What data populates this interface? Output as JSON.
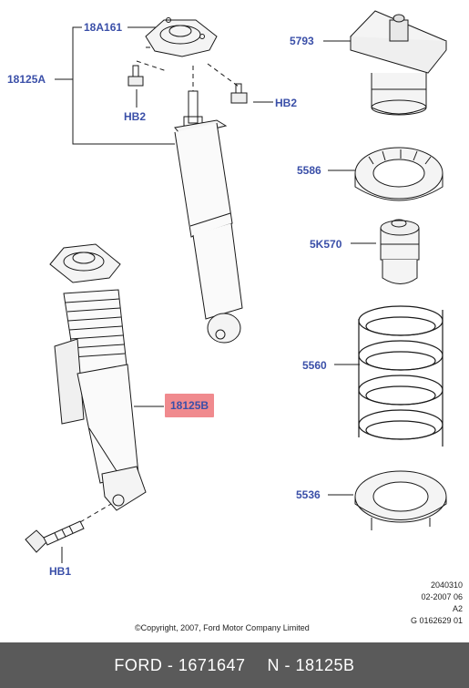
{
  "callouts": {
    "c_18A161": "18A161",
    "c_18125A": "18125A",
    "c_HB2_left": "HB2",
    "c_HB2_right": "HB2",
    "c_5793": "5793",
    "c_5586": "5586",
    "c_5K570": "5K570",
    "c_5560": "5560",
    "c_18125B": "18125B",
    "c_5536": "5536",
    "c_HB1": "HB1"
  },
  "meta": {
    "line1": "2040310",
    "line2": "02-2007 06",
    "line3": "A2",
    "line4": "G 0162629 01"
  },
  "copyright": "©Copyright, 2007, Ford Motor Company Limited",
  "footer": {
    "left": "FORD - 1671647",
    "right": "N - 18125B"
  },
  "colors": {
    "callout_text": "#3a4fa8",
    "highlight": "#f08a8e",
    "footer_bg": "#5a5a5a"
  }
}
